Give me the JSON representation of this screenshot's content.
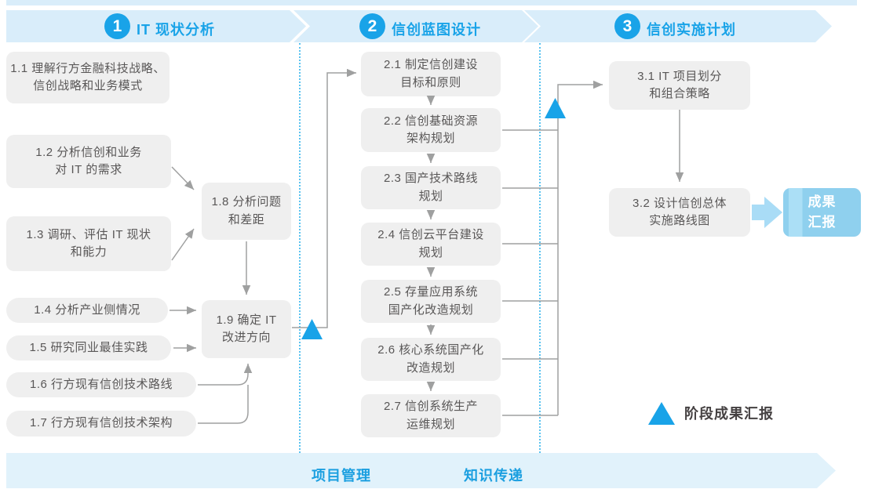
{
  "colors": {
    "accent_blue": "#19A3E8",
    "ribbon_bg": "#D9EDFA",
    "bottom_ribbon_bg": "#E1F2FB",
    "box_bg": "#EFEFEF",
    "box_text": "#595757",
    "connector_gray": "#9FA0A0",
    "result_box_bg": "#8FD0EE",
    "fat_arrow": "#A9DCF6",
    "dotted_divider": "#5AC3F0"
  },
  "phases": [
    {
      "number": "1",
      "title": "IT 现状分析"
    },
    {
      "number": "2",
      "title": "信创蓝图设计"
    },
    {
      "number": "3",
      "title": "信创实施计划"
    }
  ],
  "boxes": {
    "b1_1": {
      "l1": "1.1 理解行方金融科技战略、",
      "l2": "信创战略和业务模式"
    },
    "b1_2": {
      "l1": "1.2 分析信创和业务",
      "l2": "对 IT 的需求"
    },
    "b1_3": {
      "l1": "1.3 调研、评估 IT 现状",
      "l2": "和能力"
    },
    "b1_4": {
      "l1": "1.4 分析产业侧情况"
    },
    "b1_5": {
      "l1": "1.5 研究同业最佳实践"
    },
    "b1_6": {
      "l1": "1.6 行方现有信创技术路线"
    },
    "b1_7": {
      "l1": "1.7 行方现有信创技术架构"
    },
    "b1_8": {
      "l1": "1.8 分析问题",
      "l2": "和差距"
    },
    "b1_9": {
      "l1": "1.9 确定 IT",
      "l2": "改进方向"
    },
    "b2_1": {
      "l1": "2.1 制定信创建设",
      "l2": "目标和原则"
    },
    "b2_2": {
      "l1": "2.2 信创基础资源",
      "l2": "架构规划"
    },
    "b2_3": {
      "l1": "2.3 国产技术路线",
      "l2": "规划"
    },
    "b2_4": {
      "l1": "2.4 信创云平台建设",
      "l2": "规划"
    },
    "b2_5": {
      "l1": "2.5 存量应用系统",
      "l2": "国产化改造规划"
    },
    "b2_6": {
      "l1": "2.6 核心系统国产化",
      "l2": "改造规划"
    },
    "b2_7": {
      "l1": "2.7 信创系统生产",
      "l2": "运维规划"
    },
    "b3_1": {
      "l1": "3.1 IT 项目划分",
      "l2": "和组合策略"
    },
    "b3_2": {
      "l1": "3.2 设计信创总体",
      "l2": "实施路线图"
    }
  },
  "result_box": {
    "l1": "成果",
    "l2": "汇报"
  },
  "legend": {
    "label": "阶段成果汇报"
  },
  "bottom_banner": {
    "left_label": "项目管理",
    "right_label": "知识传递"
  }
}
